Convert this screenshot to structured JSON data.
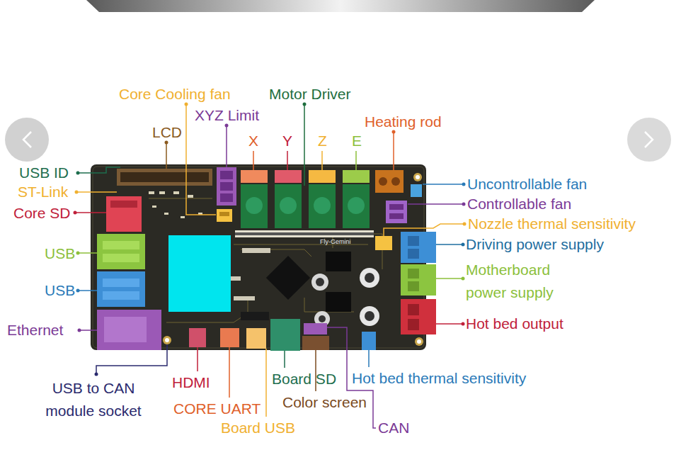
{
  "diagram": {
    "labels": [
      "Core Cooling fan",
      "Motor Driver",
      "XYZ Limit",
      "LCD",
      "Heating rod",
      "X",
      "Y",
      "Z",
      "E",
      "USB ID",
      "ST-Link",
      "Core SD",
      "USB",
      "USB",
      "Ethernet",
      "Uncontrollable fan",
      "Controllable fan",
      "Nozzle thermal sensitivity",
      "Driving power supply",
      "Motherboard power supply",
      "Hot bed output",
      "Hot bed thermal sensitivity",
      "USB to CAN module socket",
      "HDMI",
      "Board SD",
      "CORE UART",
      "Color screen",
      "Board USB",
      "CAN",
      "Fly-Gemini"
    ]
  }
}
